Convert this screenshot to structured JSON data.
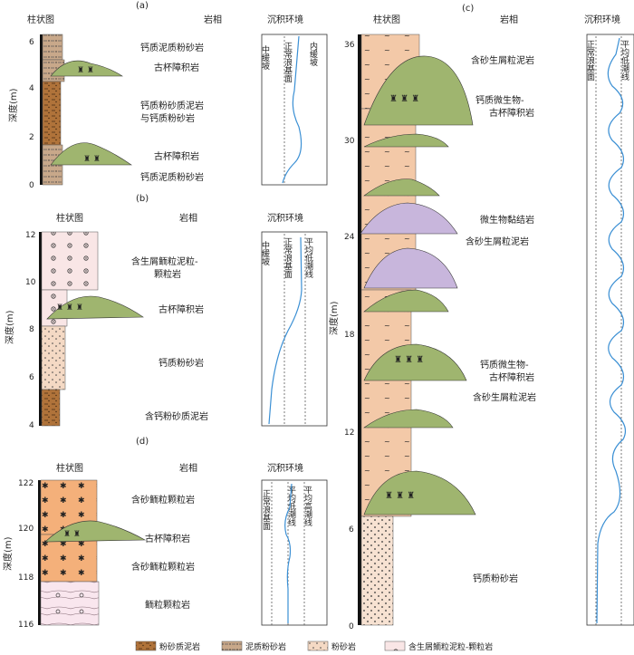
{
  "panels": {
    "a": {
      "label": "(a)",
      "col_headers": {
        "column": "柱状图",
        "facies": "岩相",
        "env": "沉积环境"
      },
      "depth_ticks": [
        "6",
        "4",
        "2",
        "0"
      ],
      "facies": [
        "钙质泥质粉砂岩",
        "古杯障积岩",
        "钙质粉砂质泥岩",
        "与钙质粉砂岩",
        "古杯障积岩",
        "钙质泥质粉砂岩"
      ],
      "env_labels": [
        "中缓坡",
        "正常浪基面",
        "内缓坡"
      ],
      "depth_axis_label": "深度(m)"
    },
    "b": {
      "label": "(b)",
      "col_headers": {
        "column": "柱状图",
        "facies": "岩相",
        "env": "沉积环境"
      },
      "depth_ticks": [
        "12",
        "10",
        "8",
        "6",
        "4"
      ],
      "facies": [
        "含生屑鲕粒泥粒-",
        "颗粒岩",
        "古杯障积岩",
        "钙质粉砂岩",
        "含钙粉砂质泥岩"
      ],
      "env_labels": [
        "中缓坡",
        "正常浪基面",
        "平均低潮线"
      ],
      "depth_axis_label": "深度(m)"
    },
    "c": {
      "label": "(c)",
      "col_headers": {
        "column": "柱状图",
        "facies": "岩相",
        "env": "沉积环境"
      },
      "depth_ticks": [
        "36",
        "30",
        "24",
        "18",
        "12",
        "6",
        "0"
      ],
      "facies": [
        "含砂生屑粒泥岩",
        "钙质微生物-",
        "古杯障积岩",
        "微生物黏结岩",
        "含砂生屑粒泥岩",
        "钙质微生物-",
        "古杯障积岩",
        "含砂生屑粒泥岩",
        "钙质粉砂岩"
      ],
      "env_labels": [
        "正常浪基面",
        "平均低潮线"
      ],
      "depth_axis_label": "深度(m)"
    },
    "d": {
      "label": "(d)",
      "col_headers": {
        "column": "柱状图",
        "facies": "岩相",
        "env": "沉积环境"
      },
      "depth_ticks": [
        "122",
        "120",
        "118",
        "116"
      ],
      "facies": [
        "含砂鲕粒颗粒岩",
        "古杯障积岩",
        "含砂鲕粒颗粒岩",
        "鲕粒颗粒岩"
      ],
      "env_labels": [
        "正常浪基面",
        "平均低潮线",
        "平均高潮线"
      ],
      "depth_axis_label": "深度(m)"
    }
  },
  "legend": [
    "粉砂质泥岩",
    "泥质粉砂岩",
    "粉砂岩",
    "含生屑鲕粒泥粒-颗粒岩"
  ],
  "colors": {
    "siltymud": "#b0733a",
    "argsilt": "#c8a88a",
    "silt": "#f4d9c4",
    "oolite": "#f9e6e6",
    "sandpack": "#f4b07a",
    "reef": "#9fb56f",
    "microbial": "#c8b6dc",
    "sandwack": "#f3c9a8",
    "curve": "#3a8fd4"
  }
}
